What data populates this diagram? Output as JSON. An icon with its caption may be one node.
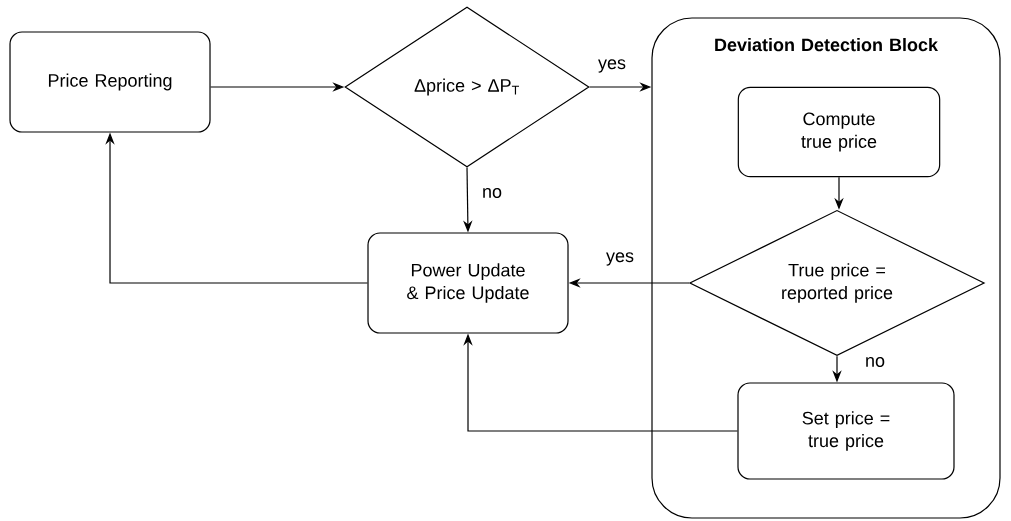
{
  "diagram": {
    "nodes": [
      {
        "text": [
          "Price Reporting"
        ]
      },
      {
        "text": [
          "Δprice > ΔP$_{T}$"
        ]
      },
      {
        "text": [
          "Deviation Detection Block"
        ]
      },
      {
        "text": [
          "Compute true price"
        ],
        "in": 2
      },
      {
        "text": [
          "True price = reported price"
        ],
        "in": 2
      },
      {
        "text": [
          "Set price = true price"
        ],
        "in": 2
      },
      {
        "text": [
          "Power Update & Price Update"
        ]
      }
    ],
    "edges": [
      {
        "from": 0,
        "to": 1,
        "arrow": "to"
      },
      {
        "from": 1,
        "to": 2,
        "arrow": "to",
        "label": "yes"
      },
      {
        "from": 1,
        "to": 6,
        "arrow": "to",
        "label": "no"
      },
      {
        "from": 3,
        "to": 4,
        "arrow": "to"
      },
      {
        "from": 4,
        "to": 6,
        "arrow": "to",
        "label": "yes"
      },
      {
        "from": 4,
        "to": 5,
        "arrow": "to",
        "label": "no"
      },
      {
        "from": 5,
        "to": 6,
        "arrow": "to"
      },
      {
        "from": 6,
        "to": 0,
        "arrow": "to"
      }
    ]
  }
}
